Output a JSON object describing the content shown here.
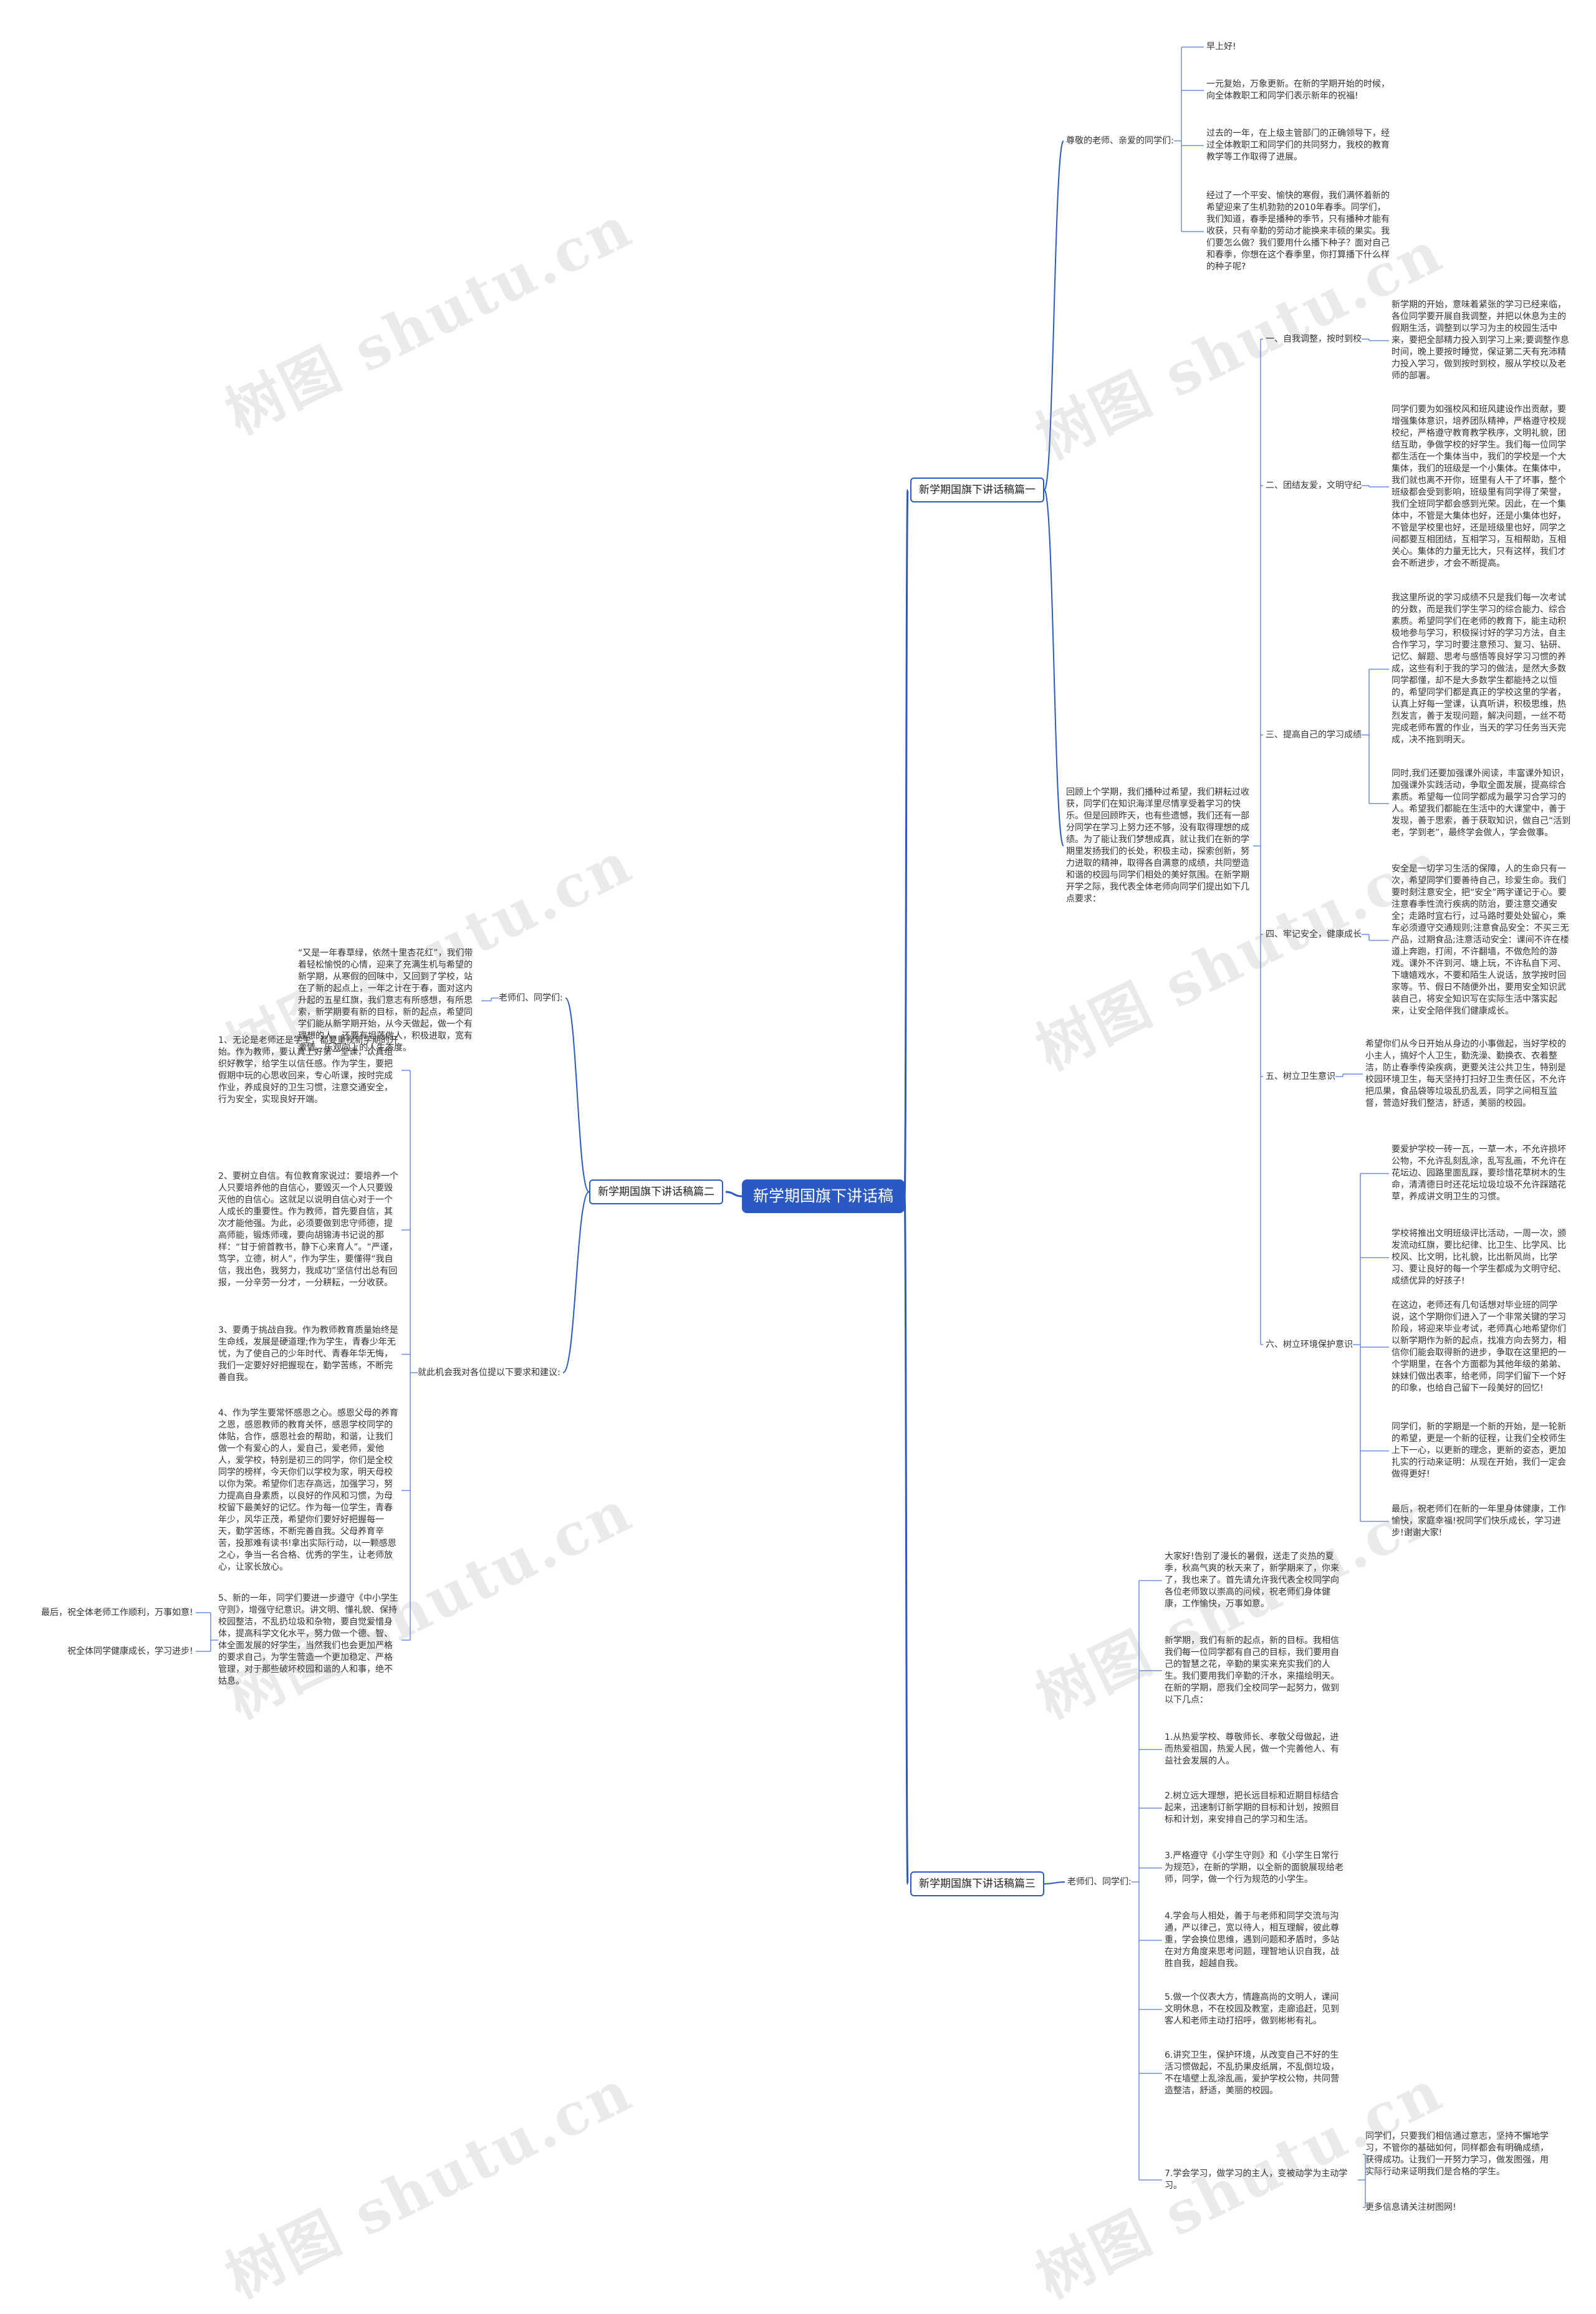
{
  "watermark": "树图 shutu.cn",
  "colors": {
    "branch": "#2b59c3",
    "leaf_line": "#6b8ce0"
  },
  "root": "新学期国旗下讲话稿",
  "b1": {
    "title": "新学期国旗下讲话稿篇一",
    "greeting": "尊敬的老师、亲爱的同学们:",
    "p1": "早上好!",
    "p2": "一元复始，万象更新。在新的学期开始的时候，向全体教职工和同学们表示新年的祝福!",
    "p3": "过去的一年，在上级主管部门的正确领导下，经过全体教职工和同学们的共同努力，我校的教育教学等工作取得了进展。",
    "p4": "经过了一个平安、愉快的寒假，我们满怀着新的希望迎来了生机勃勃的2010年春季。同学们，我们知道，春季是播种的季节，只有播种才能有收获，只有辛勤的劳动才能换来丰硕的果实。我们要怎么做？我们要用什么播下种子？面对自己和春季，你想在这个春季里，你打算播下什么样的种子呢?",
    "intro": "回顾上个学期，我们播种过希望，我们耕耘过收获，同学们在知识海洋里尽情享受着学习的快乐。但是回顾昨天，也有些遗憾，我们还有一部分同学在学习上努力还不够，没有取得理想的成绩。为了能让我们梦想成真，就让我们在新的学期里发扬我们的长处，积极主动，探索创新，努力进取的精神，取得各自满意的成绩，共同塑造和谐的校园与同学们相处的美好氛围。在新学期开学之际，我代表全体老师向同学们提出如下几点要求：",
    "s1_title": "一、自我调整，按时到校",
    "s1_text": "新学期的开始，意味着紧张的学习已经来临，各位同学要开展自我调整，并把以休息为主的假期生活，调整到以学习为主的校园生活中来，要把全部精力投入到学习上来;要调整作息时间，晚上要按时睡觉，保证第二天有充沛精力投入学习，做到按时到校，服从学校以及老师的部署。",
    "s2_title": "二、团结友爱，文明守纪",
    "s2_text": "同学们要为如强校风和班风建设作出贡献，要增强集体意识，培养团队精神，严格遵守校规校纪，严格遵守教育教学秩序，文明礼貌，团结互助，争做学校的好学生。我们每一位同学都生活在一个集体当中，我们的学校是一个大集体，我们的班级是一个小集体。在集体中，我们就也离不开你，班里有人干了坏事，整个班级都会受到影响，班级里有同学得了荣誉，我们全班同学都会感到光荣。因此，在一个集体中，不管是大集体也好，还是小集体也好，不管是学校里也好，还是班级里也好，同学之间都要互相团结，互相学习，互相帮助，互相关心。集体的力量无比大，只有这样，我们才会不断进步，才会不断提高。",
    "s3_title": "三、提高自己的学习成绩",
    "s3_text1": "我这里所说的学习成绩不只是我们每一次考试的分数，而是我们学生学习的综合能力、综合素质。希望同学们在老师的教育下，能主动积极地参与学习，积极探讨好的学习方法，自主合作学习，学习时要注意预习、复习、钻研、记忆、解题、思考与感悟等良好学习习惯的养成，这些有利于我的学习的做法，是然大多数同学都懂，却不是大多数学生都能持之以恒的，希望同学们都是真正的学校这里的学者，认真上好每一堂课，认真听讲，积极思维，热烈发言，善于发现问题，解决问题，一丝不苟完成老师布置的作业，当天的学习任务当天完成，决不拖到明天。",
    "s3_text2": "同时,我们还要加强课外阅读，丰富课外知识，加强课外实践活动，争取全面发展，提高综合素质。希望每一位同学都成为最学习合学习的人。希望我们都能在生活中的大课堂中，善于发现，善于思索，善于获取知识，做自己“活到老，学到老”，最终学会做人，学会做事。",
    "s4_title": "四、牢记安全，健康成长",
    "s4_text": "安全是一切学习生活的保障，人的生命只有一次，希望同学们要善待自己，珍爱生命。我们要时刻注意安全，把“安全”两字谨记于心。要注意春季性流行疾病的防治，要注意交通安全；走路时宜右行，过马路时要处处留心，乘车必须遵守交通规则;注意食品安全：不买三无产品，过期食品;注意活动安全：课间不许在楼道上奔跑，打闹，不许翻墙，不做危险的游戏。课外不许到河、塘上玩，不许私自下河、下塘嬉戏水，不要和陌生人说话，放学按时回家等。节、假日不随便外出，要用安全知识武装自己，将安全知识写在实际生活中落实起来，让安全陪伴我们健康成长。",
    "s5_title": "五、树立卫生意识",
    "s5_text": "希望你们从今日开始从身边的小事做起，当好学校的小主人，搞好个人卫生，勤洗澡、勤换衣、衣着整洁，防止春季传染疾病，更要关注公共卫生，特别是校园环境卫生，每天坚持打扫好卫生责任区，不允许把瓜果，食品袋等垃圾乱扔乱丢，同学之间相互监督，营造好我们整洁，舒适，美丽的校园。",
    "s6_title": "六、树立环境保护意识",
    "s6_text1": "要爱护学校一砖一瓦，一草一木，不允许损坏公物，不允许乱刻乱涂，乱写乱画，不允许在花坛边、园路里面乱踩，要珍惜花草树木的生命，清清德日时还花坛垃圾垃圾不允许踩踏花草，养成讲文明卫生的习惯。",
    "s6_text2": "学校将推出文明班级评比活动，一周一次，颁发流动红旗，要比纪律、比卫生、比学风、比校风、比文明，比礼貌，比出新风尚，比学习、要让良好的每一个学生都成为文明守纪、成绩优异的好孩子!",
    "s6_text3": "在这边，老师还有几句话想对毕业班的同学说，这个学期你们进入了一个非常关键的学习阶段，将迎来毕业考试，老师真心地希望你们以新学期作为新的起点，找准方向去努力，相信你们能会取得新的进步，争取在这里把的一个学期里，在各个方面都为其他年级的弟弟、妹妹们做出表率，给老师，同学们留下一个好的印象，也给自己留下一段美好的回忆!",
    "s6_text4": "同学们，新的学期是一个新的开始，是一轮新的希望，更是一个新的征程，让我们全校师生上下一心，以更新的理念，更新的姿态，更加扎实的行动来证明：从现在开始，我们一定会做得更好!",
    "s6_text5": "最后，祝老师们在新的一年里身体健康，工作愉快，家庭幸福!祝同学们快乐成长，学习进步!谢谢大家!"
  },
  "b2": {
    "title": "新学期国旗下讲话稿篇二",
    "greeting": "老师们、同学们:",
    "open": "“又是一年春草绿，依然十里杏花红”，我们带着轻松愉悦的心情，迎来了充满生机与希望的新学期，从寒假的回味中，又回到了学校，站在了新的起点上，一年之计在于春，面对这内升起的五星红旗，我们意志有所感想，有所思索，新学期要有新的目标，新的起点，希望同学们能从新学期开始，从今天做起，做一个有理想的人，还要有坦荡做人，积极进取，宽有激情，乐观向上的人生态度。",
    "req_title": "就此机会我对各位提以下要求和建议:",
    "r1": "1、无论是老师还是学生，都要重视新学期的开始。作为教师，要认真上好第一堂课，认真组织好教学，给学生以信任感。作为学生，要把假期中玩的心思收回来，专心听课，按时完成作业，养成良好的卫生习惯，注意交通安全，行为安全，实现良好开端。",
    "r2": "2、要树立自信。有位教育家说过：要培养一个人只要培养他的自信心，要毁灭一个人只要毁灭他的自信心。这就足以说明自信心对于一个人成长的重要性。作为教师，首先要自信，其次才能他强。为此，必须要做到忠守师德，提高师能，锻炼师魂，要向胡锦涛书记说的那样：“甘于俯首教书，静下心来育人”。“严谨，笃学，立德，树人”，作为学生，要懂得“我自信，我出色，我努力，我成功”坚信付出总有回报，一分辛劳一分才，一分耕耘，一分收获。",
    "r3": "3、要勇于挑战自我。作为教师教育质量始终是生命线，发展是硬道理;作为学生，青春少年无忧，为了使自己的少年时代、青春年华无悔，我们一定要好好把握现在，勤学苦练，不断完善自我。",
    "r4": "4、作为学生要常怀感恩之心。感恩父母的养育之恩，感恩教师的教育关怀，感恩学校同学的体贴，合作，感恩社会的帮助，和谐，让我们做一个有爱心的人，爱自己，爱老师，爱他人，爱学校，特别是初三的同学，你们是全校同学的榜样，今天你们以学校为家，明天母校以你为荣。希望你们志存高远，加强学习，努力提高自身素质，以良好的作风和习惯，为母校留下最美好的记忆。作为每一位学生，青春年少，风华正茂，希望你们要好好把握每一天，勤学苦练，不断完善自我。父母养育辛苦，投那难有读书!拿出实际行动，以一颗感恩之心，争当一名合格、优秀的学生，让老师放心，让家长放心。",
    "r5": "5、新的一年，同学们要进一步遵守《中小学生守则》，增强守纪意识。讲文明、懂礼貌、保持校园整洁，不乱扔垃圾和杂物，要自觉爱惜身体，提高科学文化水平，努力做一个德、智、体全面发展的好学生，当然我们也会更加严格的要求自己，为学生营造一个更加稳定、严格管理，对于那些破坏校园和谐的人和事，绝不姑息。",
    "end1": "最后，祝全体老师工作顺利，万事如意!",
    "end2": "祝全体同学健康成长，学习进步!"
  },
  "b3": {
    "title": "新学期国旗下讲话稿篇三",
    "greeting": "老师们、同学们:",
    "p1": "大家好!告别了漫长的暑假，送走了炎热的夏季，秋高气爽的秋天来了，新学期来了，你来了，我也来了。首先请允许我代表全校同学向各位老师致以崇高的问候，祝老师们身体健康，工作愉快，万事如意。",
    "p2": "新学期，我们有新的起点，新的目标。我相信我们每一位同学都有自己的目标，我们要用自己的智慧之花，辛勤的果实来充实我们的人生。我们要用我们辛勤的汗水，来描绘明天。在新的学期，愿我们全校同学一起努力，做到以下几点：",
    "p3": "1.从热爱学校、尊敬师长、孝敬父母做起，进而热爱祖国，热爱人民，做一个完善他人、有益社会发展的人。",
    "p4": "2.树立远大理想，把长远目标和近期目标结合起来，迅速制订新学期的目标和计划，按照目标和计划，来安排自己的学习和生活。",
    "p5": "3.严格遵守《小学生守则》和《小学生日常行为规范》，在新的学期，以全新的面貌展现给老师，同学，做一个行为规范的小学生。",
    "p6": "4.学会与人相处，善于与老师和同学交流与沟通，严以律己，宽以待人，相互理解，彼此尊重，学会换位思维，遇到问题和矛盾时，多站在对方角度来思考问题，理智地认识自我，战胜自我，超越自我。",
    "p7": "5.做一个仪表大方，情趣高尚的文明人，课间文明休息，不在校园及教室，走廊追赶，见到客人和老师主动打招呼，做到彬彬有礼。",
    "p8": "6.讲究卫生，保护环境，从改变自己不好的生活习惯做起，不乱扔果皮纸屑，不乱倒垃圾，不在墙壁上乱涂乱画，爱护学校公物，共同营造整洁，舒适，美丽的校园。",
    "p9": "7.学会学习，做学习的主人，变被动学为主动学习。",
    "p10": "同学们，只要我们相信通过意志，坚持不懈地学习，不管你的基础如何，同样都会有明确成绩，获得成功。让我们一开努力学习，做发图强，用实际行动来证明我们是合格的学生。",
    "p11": "更多信息请关注树图网!"
  }
}
